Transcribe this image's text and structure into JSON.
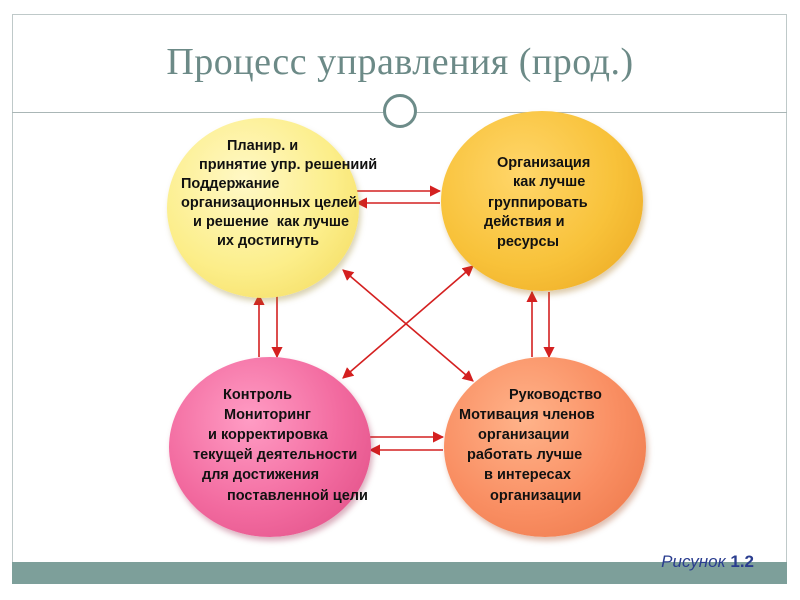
{
  "slide": {
    "title": "Процесс управления (прод.)",
    "figure_label": "Рисунок",
    "figure_number": "1.2"
  },
  "circles": {
    "planning": {
      "lines": [
        "Планир. и",
        "принятие упр. решениий",
        "Поддержание",
        "организационных целей",
        "и решение  как лучше",
        "их достигнуть"
      ],
      "color": "#fcee8a"
    },
    "organizing": {
      "lines": [
        "Организация",
        "как лучше",
        "группировать",
        "действия и",
        "ресурсы"
      ],
      "color": "#f8c23a"
    },
    "controlling": {
      "lines": [
        "Контроль",
        "Мониторинг",
        "и корректировка",
        "текущей деятельности",
        "для достижения",
        "поставленной цели"
      ],
      "color": "#f26a9f"
    },
    "leading": {
      "lines": [
        "Руководство",
        "Мотивация членов",
        "организации",
        "работать лучше",
        "в интересах",
        "организации"
      ],
      "color": "#f98e62"
    }
  },
  "colors": {
    "arrow": "#d42020",
    "title": "#6c8a87",
    "band": "#7d9f9a"
  }
}
